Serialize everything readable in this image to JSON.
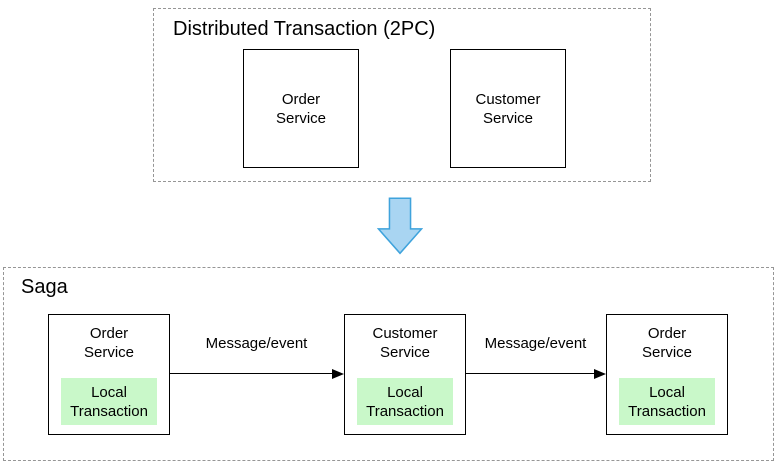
{
  "top_group": {
    "title": "Distributed Transaction (2PC)",
    "nodes": [
      {
        "label": "Order\nService"
      },
      {
        "label": "Customer\nService"
      }
    ]
  },
  "transform": {
    "icon": "down-arrow-icon"
  },
  "bottom_group": {
    "title": "Saga",
    "nodes": [
      {
        "label": "Order\nService",
        "local_transaction": "Local\nTransaction"
      },
      {
        "label": "Customer\nService",
        "local_transaction": "Local\nTransaction"
      },
      {
        "label": "Order\nService",
        "local_transaction": "Local\nTransaction"
      }
    ],
    "arrows": [
      {
        "label": "Message/event"
      },
      {
        "label": "Message/event"
      }
    ]
  },
  "colors": {
    "local_transaction_bg": "#c9f8c9",
    "transform_arrow_fill": "#a9d5f2",
    "transform_arrow_stroke": "#3fa3dc",
    "dashed_border": "#969696",
    "box_border": "#000000",
    "text": "#000000",
    "background": "#ffffff"
  }
}
